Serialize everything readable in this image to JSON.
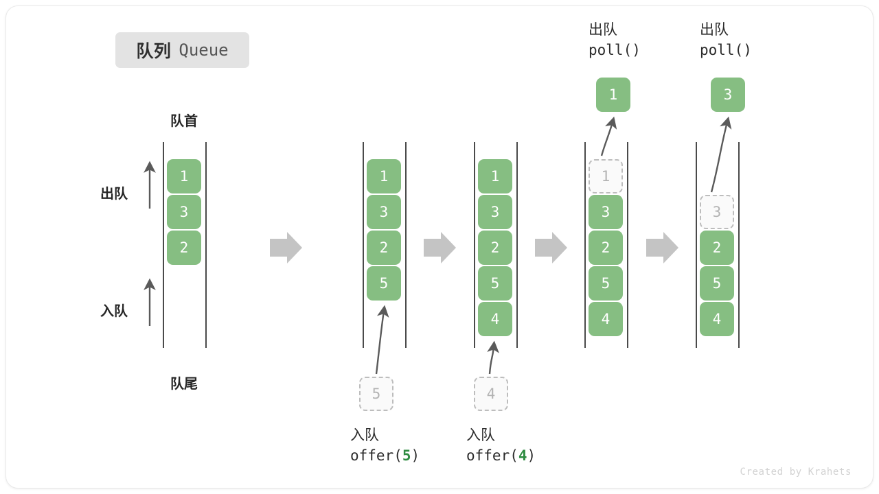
{
  "figure": {
    "title_cn": "队列",
    "title_en": "Queue",
    "watermark": "Created by Krahets",
    "accent_green": "#86be82",
    "ghost_gray": "#bdbdbd",
    "rail_color": "#4a4a4a",
    "flow_arrow_color": "#c4c4c4",
    "code_green": "#2f8c42"
  },
  "labels": {
    "head": "队首",
    "tail": "队尾",
    "dequeue": "出队",
    "enqueue": "入队"
  },
  "stages": [
    {
      "id": "initial",
      "cells": [
        "1",
        "3",
        "2"
      ],
      "ghost_index": null,
      "op_cn": "",
      "op_code": "",
      "popped": null
    },
    {
      "id": "offer-5",
      "cells": [
        "1",
        "3",
        "2",
        "5"
      ],
      "ghost_index": null,
      "op_cn": "入队",
      "op_code": "offer(",
      "op_arg": "5",
      "op_code_tail": ")",
      "incoming": "5"
    },
    {
      "id": "offer-4",
      "cells": [
        "1",
        "3",
        "2",
        "5",
        "4"
      ],
      "ghost_index": null,
      "op_cn": "入队",
      "op_code": "offer(",
      "op_arg": "4",
      "op_code_tail": ")",
      "incoming": "4"
    },
    {
      "id": "poll-1",
      "cells": [
        "1",
        "3",
        "2",
        "5",
        "4"
      ],
      "ghost_index": 0,
      "op_cn": "出队",
      "op_code": "poll()",
      "popped": "1"
    },
    {
      "id": "poll-3",
      "cells": [
        "3",
        "2",
        "5",
        "4"
      ],
      "ghost_index": 0,
      "op_cn": "出队",
      "op_code": "poll()",
      "popped": "3"
    }
  ],
  "flow_arrows": [
    {
      "label": "flow-arrow-1"
    },
    {
      "label": "flow-arrow-2"
    },
    {
      "label": "flow-arrow-3"
    },
    {
      "label": "flow-arrow-4"
    }
  ]
}
